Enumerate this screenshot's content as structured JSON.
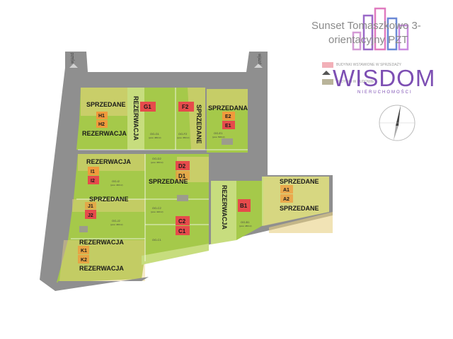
{
  "header": {
    "title_line1": "Sunset Tomaszkowo 3-",
    "title_line2": "orientacyjny PZT",
    "legend1": "BUDYNKI WSTAWIONE W SPRZEDAŻY",
    "legend2": "BUDYNKI W BUDOWIE"
  },
  "logo": {
    "name": "WISDOM",
    "tagline": "NIERUCHOMOŚCI"
  },
  "road": {
    "entry_left": "wjazd",
    "entry_right": "wjazd"
  },
  "colors": {
    "road": "#8f8f8f",
    "plot_green": "#a5c94a",
    "plot_light": "#c7dd7e",
    "reserved_overlay": "#e8d184",
    "house_orange": "#f09a3c",
    "house_red": "#e64b4b",
    "house_grey": "#9c9c8c",
    "brand": "#7d4fb3"
  },
  "plots": {
    "h": {
      "status": "SPRZEDANE",
      "status2": "REZERWACJA",
      "house1": "H1",
      "house2": "H2"
    },
    "g": {
      "status": "REZERWACJA",
      "house": "G1",
      "label": "OG-G1",
      "area": "(pow. 480m²)"
    },
    "f": {
      "status": "SPRZEDANE",
      "house": "F2",
      "label": "OG-F2",
      "area": "(pow. 450m²)"
    },
    "e": {
      "status": "SPRZEDANA",
      "house1": "E2",
      "house2": "E1",
      "label": "OG-E1",
      "area": "(pow. 500m²)"
    },
    "i": {
      "status": "REZERWACJA",
      "house1": "I1",
      "house2": "I2",
      "label": "OG-I2",
      "area": "(pow. 460m²)"
    },
    "d": {
      "status": "SPRZEDANE",
      "house1": "D2",
      "house2": "D1",
      "label": "OG-D2",
      "area": "(pow. 460m²)"
    },
    "j": {
      "status": "SPRZEDANE",
      "house1": "J1",
      "house2": "J2",
      "label": "OG-J2",
      "area": "(pow. 460m²)"
    },
    "c": {
      "house1": "C2",
      "house2": "C1",
      "label1": "OG-C2",
      "label2": "OG-C1",
      "area": "(pow. 420m²)"
    },
    "b": {
      "status": "REZERWACJA",
      "house": "B1",
      "label": "OG-B1",
      "area": "(pow. 480m²)"
    },
    "a": {
      "status1": "SPRZEDANE",
      "status2": "SPRZEDANE",
      "house1": "A1",
      "house2": "A2"
    },
    "k": {
      "status1": "REZERWACJA",
      "status2": "REZERWACJA",
      "house1": "K1",
      "house2": "K2"
    }
  }
}
